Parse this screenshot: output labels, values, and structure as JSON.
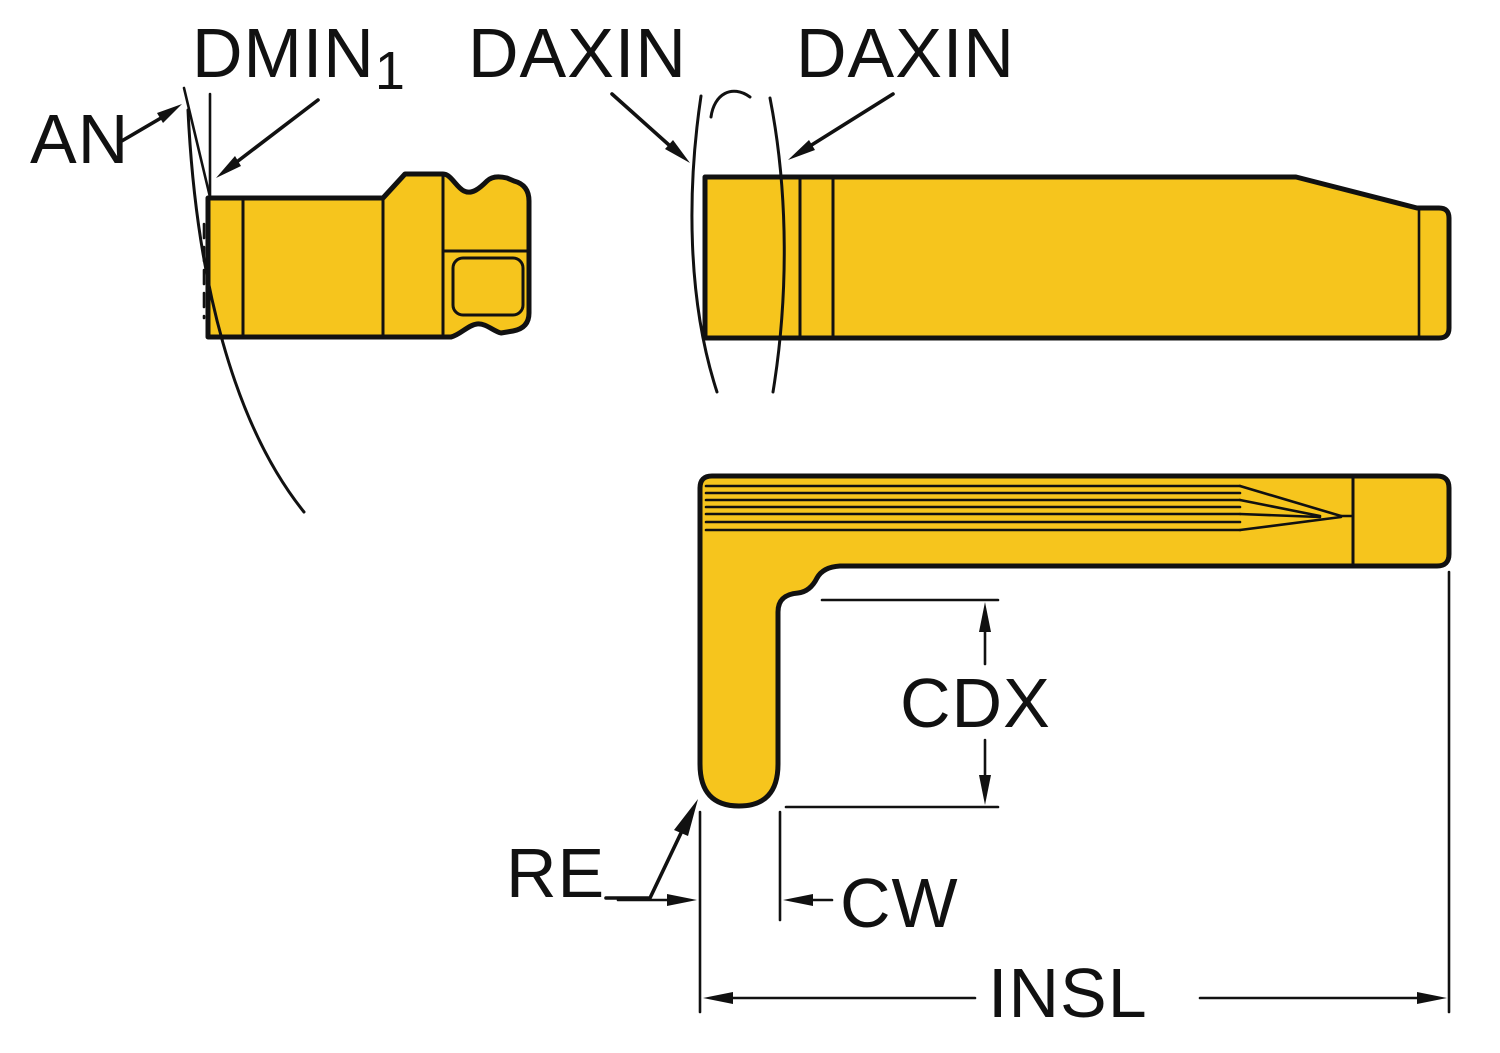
{
  "colors": {
    "insert_fill": "#F6C51D",
    "outline": "#111111",
    "background": "#FFFFFF"
  },
  "labels": {
    "an": "AN",
    "dmin_base": "DMIN",
    "dmin_sub": "1",
    "daxin_left": "DAXIN",
    "daxin_right": "DAXIN",
    "cdx": "CDX",
    "re": "RE",
    "cw": "CW",
    "insl": "INSL"
  }
}
